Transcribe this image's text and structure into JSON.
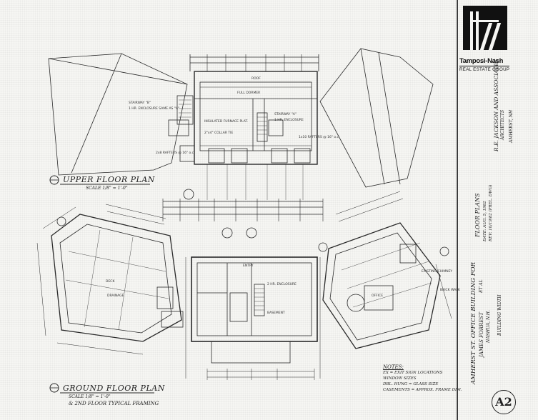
{
  "upper_plan": {
    "title": "UPPER FLOOR PLAN",
    "scale": "SCALE 1/8\" = 1'-0\"",
    "notes": [
      "STAIRWAY \"B\"",
      "1 HR. ENCLOSURE SAME AS \"A\"",
      "INSULATED FURNACE PLAT.",
      "2\"x4\" COLLAR TIE",
      "2x8 RAFTERS @ 16\" o.c.",
      "STAIRWAY \"A\"",
      "1 HR. ENCLOSURE",
      "FULL DORMER",
      "ROOF",
      "1x10 RAFTERS @ 16\" o.c."
    ]
  },
  "ground_plan": {
    "title": "GROUND FLOOR PLAN",
    "scale": "SCALE 1/8\" = 1'-0\"",
    "subtitle": "& 2ND FLOOR TYPICAL FRAMING",
    "notes": [
      "ENTRY",
      "2 HR. ENCLOSURE",
      "OFFICE",
      "DECK",
      "BRICK WALK",
      "DRAINAGE",
      "EXISTING CHIMNEY",
      "BASEMENT"
    ]
  },
  "notes_box": {
    "heading": "NOTES:",
    "lines": [
      "EX = EXIT SIGN LOCATIONS",
      "WINDOW SIZES",
      "DBL. HUNG = GLASS SIZE",
      "CASEMENTS = APPROX. FRAME DIM."
    ]
  },
  "title_block": {
    "brand": "Tamposi-Nash",
    "brand_sub": "REAL ESTATE GROUP",
    "project": "AMHERST ST. OFFICE BUILDING FOR",
    "client": "JAMES FORREST",
    "client_note": "ET AL",
    "location": "NASHUA, N.H.",
    "sheet_title": "FLOOR PLANS",
    "date": "DATE: AUG. 5, 1982",
    "revision": "REV: 10/19/82 (PREL. DWG)",
    "architect": "R.E. JACKSON AND ASSOCIATES",
    "architect_sub": "ARCHITECTS",
    "architect_city": "AMHERST, NH",
    "side_note": "BUILDING WIDTH",
    "sheet_number": "A2"
  },
  "colors": {
    "ink": "#222222",
    "paper": "#f6f6f3",
    "logo": "#111111"
  }
}
